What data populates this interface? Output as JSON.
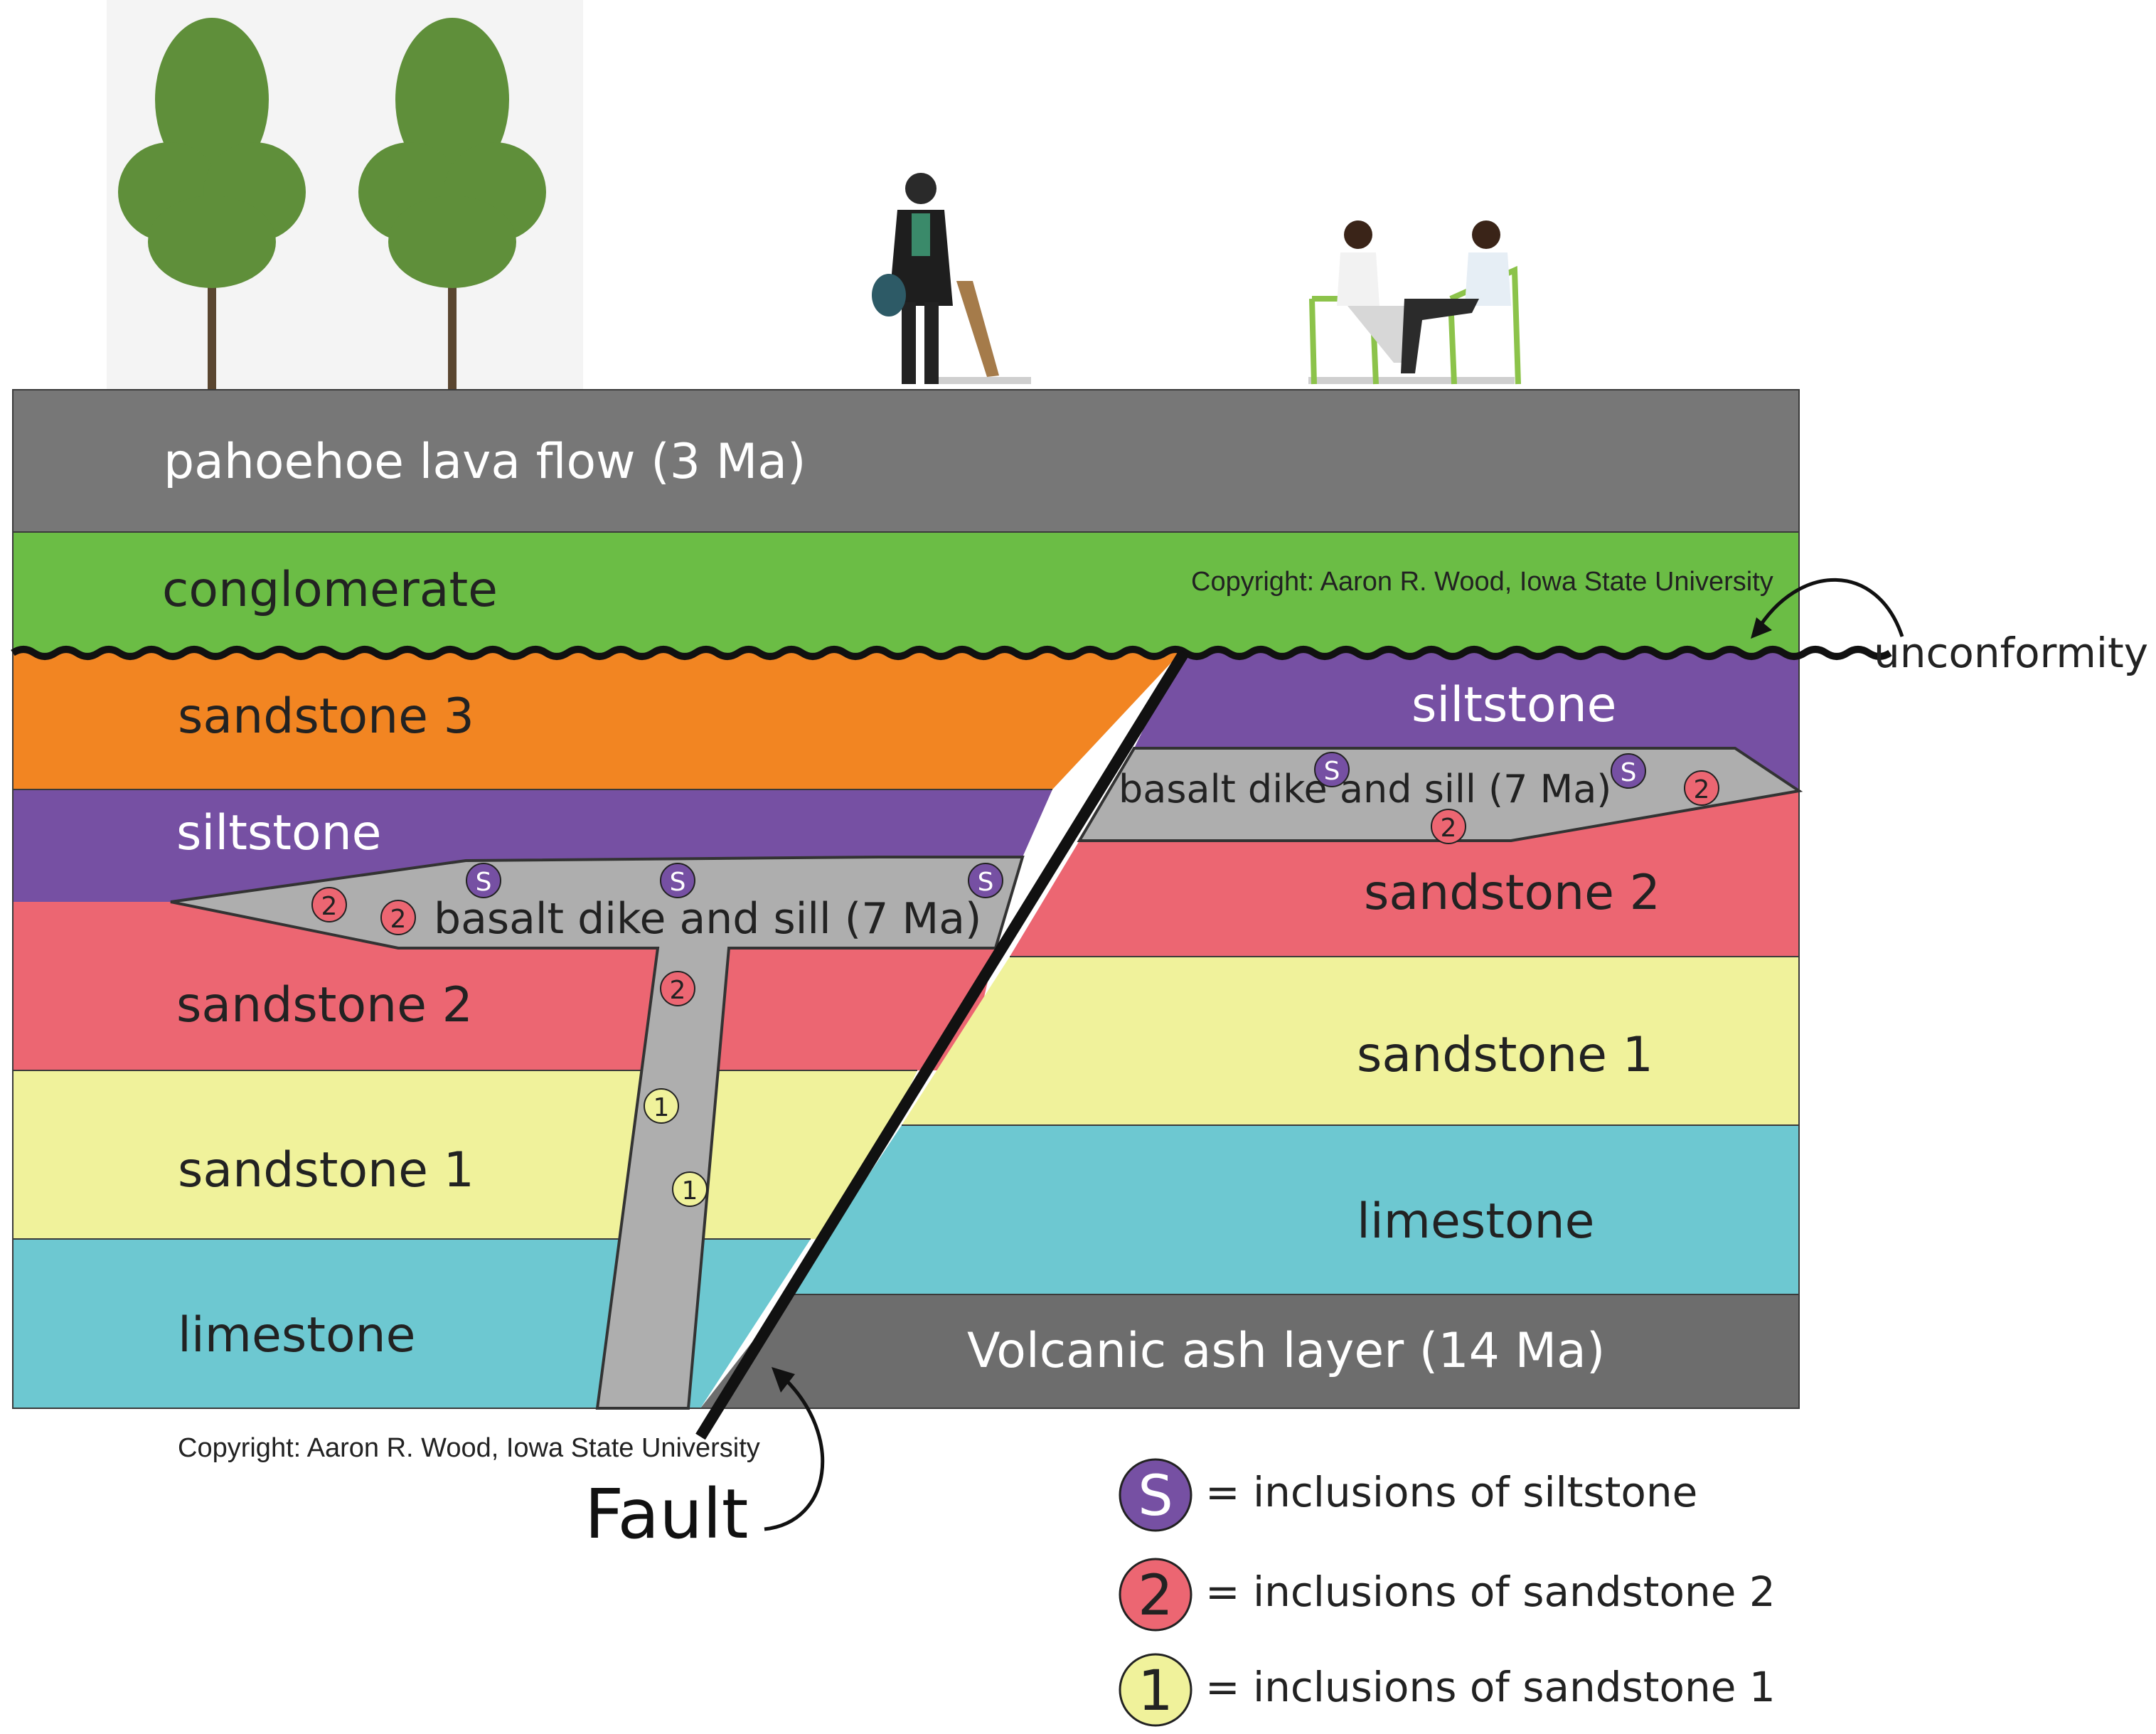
{
  "colors": {
    "pahoehoe": "#777777",
    "conglomerate": "#6bbd45",
    "sandstone3": "#f28522",
    "siltstone": "#7650a3",
    "sandstone2": "#ec6672",
    "sandstone1": "#f0f29b",
    "limestone": "#6dc8d1",
    "ash": "#6d6d6d",
    "basalt": "#aeaeae",
    "fault": "#111111",
    "tree": "#5f8f3a",
    "trunk": "#5a4630"
  },
  "layers": {
    "pahoehoe": "pahoehoe lava flow (3 Ma)",
    "conglomerate": "conglomerate",
    "left": {
      "sandstone3": "sandstone 3",
      "siltstone": "siltstone",
      "sandstone2": "sandstone 2",
      "sandstone1": "sandstone 1",
      "limestone": "limestone"
    },
    "right": {
      "siltstone": "siltstone",
      "sandstone2": "sandstone 2",
      "sandstone1": "sandstone 1",
      "limestone": "limestone",
      "ash": "Volcanic ash layer (14 Ma)"
    }
  },
  "basalt": {
    "left_label": "basalt dike and sill (7 Ma)",
    "right_label": "basalt dike and sill (7 Ma)"
  },
  "markers": {
    "siltstone": "S",
    "sandstone2": "2",
    "sandstone1": "1"
  },
  "annotations": {
    "copyright": "Copyright:  Aaron R. Wood, Iowa State University",
    "copyright_bottom": "Copyright:  Aaron R. Wood, Iowa State University",
    "unconformity": "unconformity",
    "fault": "Fault"
  },
  "legend": [
    {
      "symbol": "S",
      "text": "= inclusions of siltstone",
      "color": "#7650a3",
      "text_color": "#ffffff"
    },
    {
      "symbol": "2",
      "text": "= inclusions of sandstone 2",
      "color": "#ec6672",
      "text_color": "#222222"
    },
    {
      "symbol": "1",
      "text": "= inclusions of sandstone 1",
      "color": "#f0f29b",
      "text_color": "#222222"
    }
  ]
}
